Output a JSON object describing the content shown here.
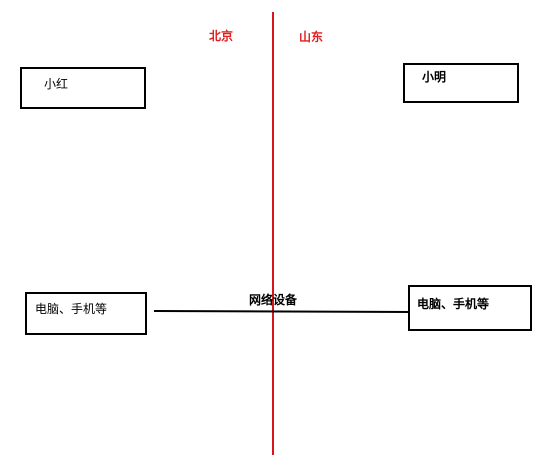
{
  "regions": {
    "left": "北京",
    "right": "山东"
  },
  "persons": {
    "left": "小红",
    "right": "小明"
  },
  "devices": {
    "left": "电脑、手机等",
    "right": "电脑、手机等"
  },
  "connection": {
    "label": "网络设备"
  },
  "colors": {
    "divider": "#d9141b",
    "region_text": "#e02020",
    "box_border": "#000000",
    "line": "#000000"
  }
}
